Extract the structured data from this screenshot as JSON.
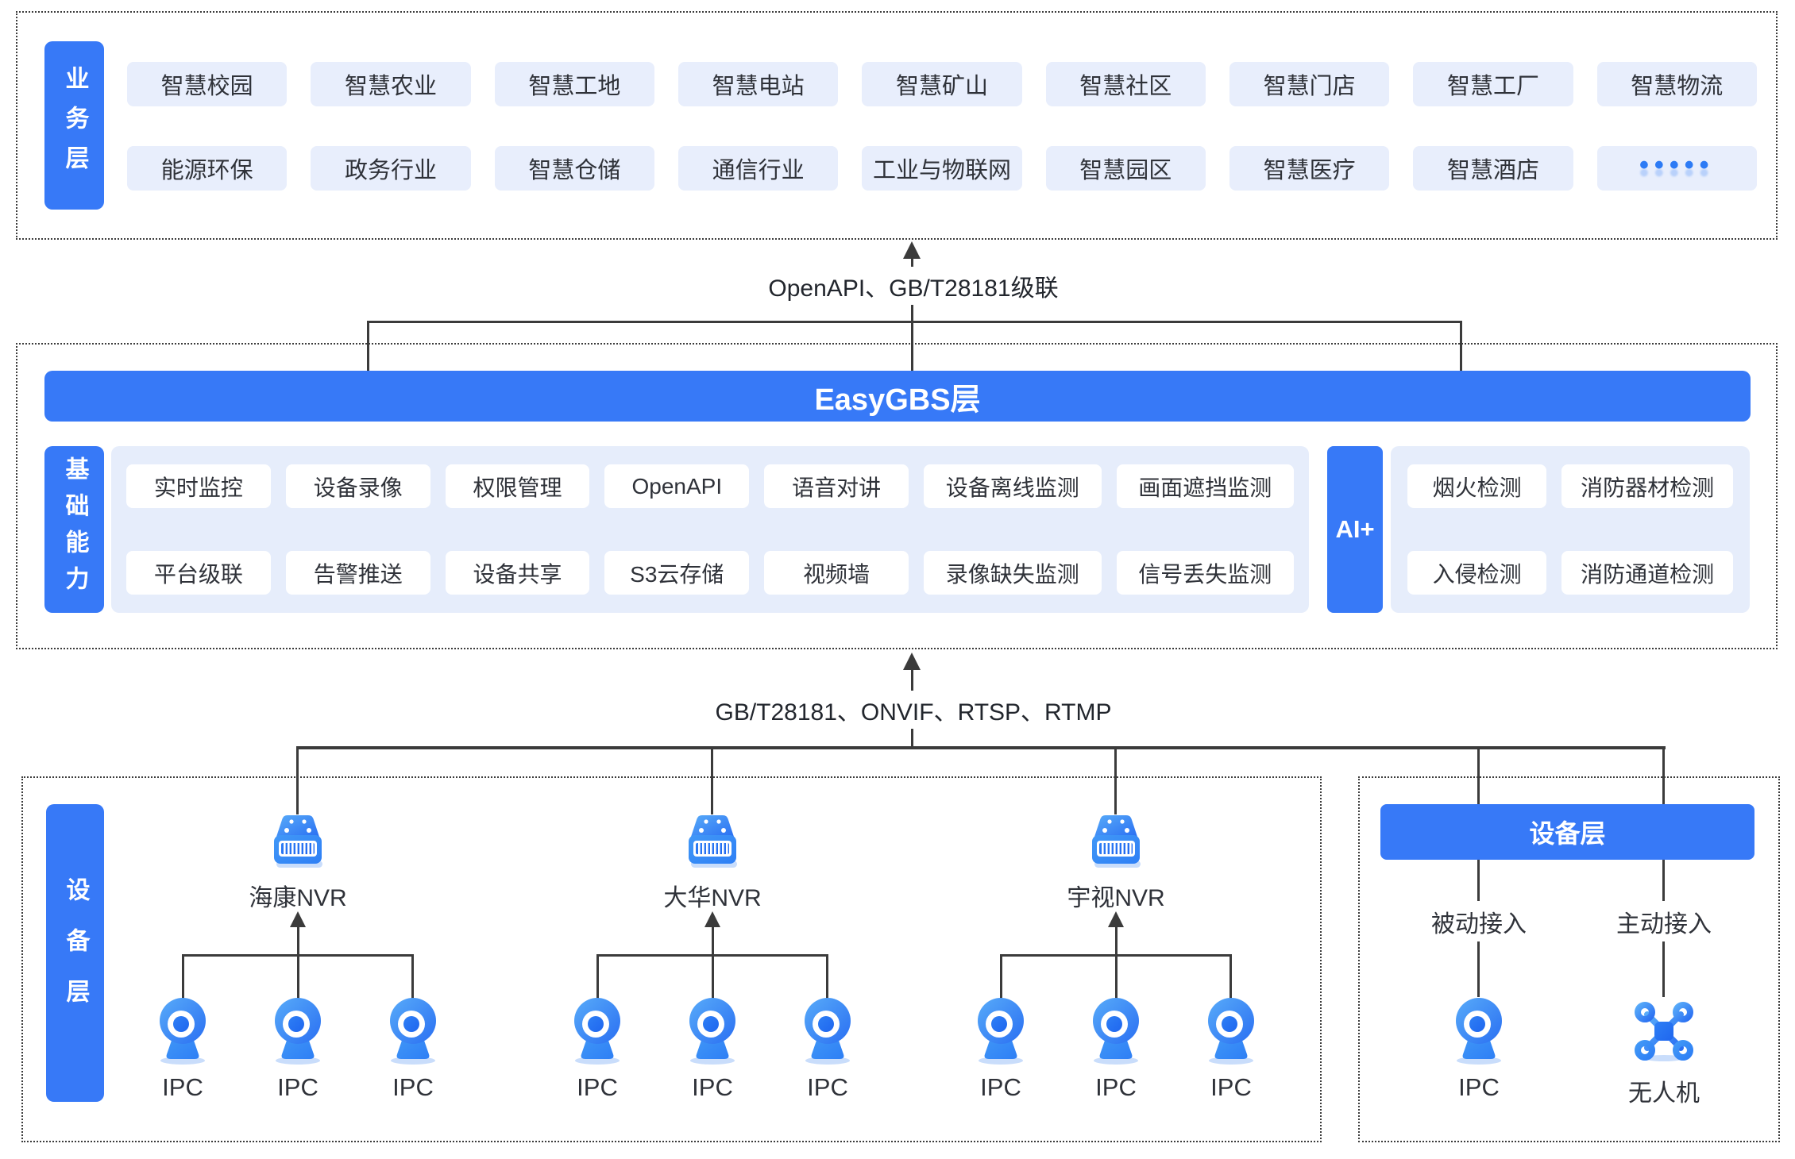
{
  "colors": {
    "primary": "#3779F7",
    "chip_bg": "#E8EEFC",
    "panel_bg": "#E6EDFB",
    "line": "#3B3B3B",
    "text": "#2F3239"
  },
  "business_layer": {
    "label": "业务层",
    "row1": [
      "智慧校园",
      "智慧农业",
      "智慧工地",
      "智慧电站",
      "智慧矿山",
      "智慧社区",
      "智慧门店",
      "智慧工厂",
      "智慧物流"
    ],
    "row2": [
      "能源环保",
      "政务行业",
      "智慧仓储",
      "通信行业",
      "工业与物联网",
      "智慧园区",
      "智慧医疗",
      "智慧酒店",
      "•••••"
    ]
  },
  "connector_top": {
    "label": "OpenAPI、GB/T28181级联"
  },
  "easygbs_layer": {
    "banner": "EasyGBS层",
    "capability_label": "基础能力",
    "capability_row1": [
      "实时监控",
      "设备录像",
      "权限管理",
      "OpenAPI",
      "语音对讲",
      "设备离线监测",
      "画面遮挡监测"
    ],
    "capability_row2": [
      "平台级联",
      "告警推送",
      "设备共享",
      "S3云存储",
      "视频墙",
      "录像缺失监测",
      "信号丢失监测"
    ],
    "ai_label": "AI+",
    "ai_row1": [
      "烟火检测",
      "消防器材检测"
    ],
    "ai_row2": [
      "入侵检测",
      "消防通道检测"
    ]
  },
  "connector_bottom": {
    "label": "GB/T28181、ONVIF、RTSP、RTMP"
  },
  "device_layer_left": {
    "label": "设备层",
    "groups": [
      {
        "name": "海康NVR",
        "ipcs": [
          "IPC",
          "IPC",
          "IPC"
        ]
      },
      {
        "name": "大华NVR",
        "ipcs": [
          "IPC",
          "IPC",
          "IPC"
        ]
      },
      {
        "name": "宇视NVR",
        "ipcs": [
          "IPC",
          "IPC",
          "IPC"
        ]
      }
    ]
  },
  "device_layer_right": {
    "banner": "设备层",
    "passive_label": "被动接入",
    "active_label": "主动接入",
    "passive_node": "IPC",
    "active_node": "无人机"
  }
}
